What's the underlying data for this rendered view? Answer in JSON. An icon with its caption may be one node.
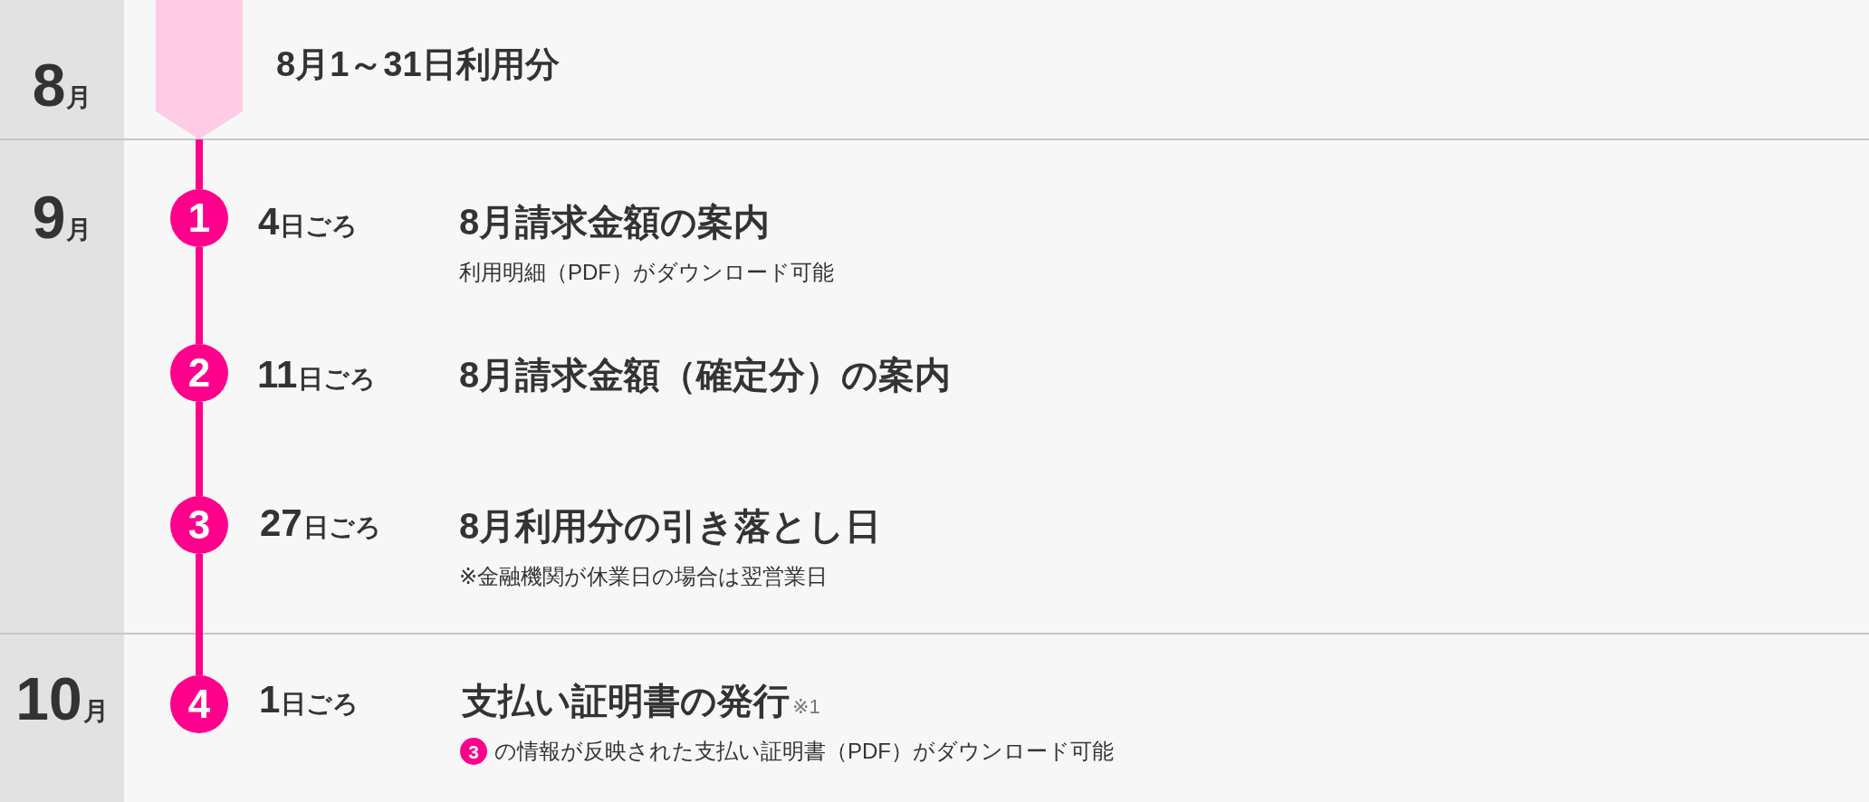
{
  "diagram": {
    "nodes": [
      {
        "text": [
          "8月"
        ]
      },
      {
        "text": [],
        "shape": "pentagon",
        "beside": [
          "8月1～31日利用分"
        ]
      },
      {
        "text": [
          "9月"
        ]
      },
      {
        "text": [
          "1"
        ],
        "beside": [
          "4日ごろ",
          "8月請求金額の案内",
          "利用明細（PDF）がダウンロード可能"
        ]
      },
      {
        "text": [
          "2"
        ],
        "beside": [
          "11日ごろ",
          "8月請求金額（確定分）の案内"
        ]
      },
      {
        "text": [
          "3"
        ],
        "beside": [
          "27日ごろ",
          "8月利用分の引き落とし日",
          "※金融機関が休業日の場合は翌営業日"
        ]
      },
      {
        "text": [
          "10月"
        ]
      },
      {
        "text": [
          "4"
        ],
        "beside": [
          "1日ごろ",
          "支払い証明書の発行",
          "※1",
          "の情報が反映された支払い証明書（PDF）がダウンロード可能"
        ]
      },
      {
        "text": [
          "3"
        ]
      }
    ],
    "edges": [
      {
        "from": 1,
        "to": 3,
        "arrow": "none"
      },
      {
        "from": 3,
        "to": 4,
        "arrow": "none"
      },
      {
        "from": 4,
        "to": 5,
        "arrow": "none"
      },
      {
        "from": 5,
        "to": 7,
        "arrow": "none"
      }
    ]
  }
}
